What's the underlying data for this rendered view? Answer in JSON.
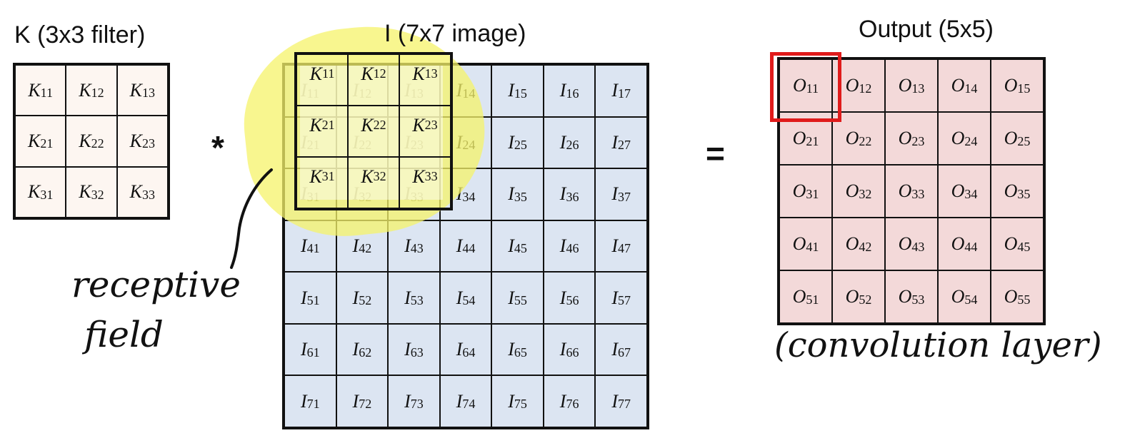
{
  "kernel": {
    "title": "K (3x3 filter)",
    "symbol": "K",
    "rows": [
      [
        "11",
        "12",
        "13"
      ],
      [
        "21",
        "22",
        "23"
      ],
      [
        "31",
        "32",
        "33"
      ]
    ]
  },
  "image": {
    "title": "I (7x7 image)",
    "symbol": "I",
    "rows": [
      [
        "11",
        "12",
        "13",
        "14",
        "15",
        "16",
        "17"
      ],
      [
        "21",
        "22",
        "23",
        "24",
        "25",
        "26",
        "27"
      ],
      [
        "31",
        "32",
        "33",
        "34",
        "35",
        "36",
        "37"
      ],
      [
        "41",
        "42",
        "43",
        "44",
        "45",
        "46",
        "47"
      ],
      [
        "51",
        "52",
        "53",
        "54",
        "55",
        "56",
        "57"
      ],
      [
        "61",
        "62",
        "63",
        "64",
        "65",
        "66",
        "67"
      ],
      [
        "71",
        "72",
        "73",
        "74",
        "75",
        "76",
        "77"
      ]
    ]
  },
  "output": {
    "title": "Output (5x5)",
    "symbol": "O",
    "rows": [
      [
        "11",
        "12",
        "13",
        "14",
        "15"
      ],
      [
        "21",
        "22",
        "23",
        "24",
        "25"
      ],
      [
        "31",
        "32",
        "33",
        "34",
        "35"
      ],
      [
        "41",
        "42",
        "43",
        "44",
        "45"
      ],
      [
        "51",
        "52",
        "53",
        "54",
        "55"
      ]
    ]
  },
  "operators": {
    "convolve": "*",
    "equals": "="
  },
  "annotations": {
    "receptive_line1": "receptive",
    "receptive_line2": "field",
    "layer": "(convolution layer)"
  },
  "colors": {
    "kernel_bg": "#fdf6f1",
    "image_bg": "#dce5f2",
    "output_bg": "#f3d9d9",
    "highlight": "#f6f36a",
    "selection": "#e01b1b"
  }
}
